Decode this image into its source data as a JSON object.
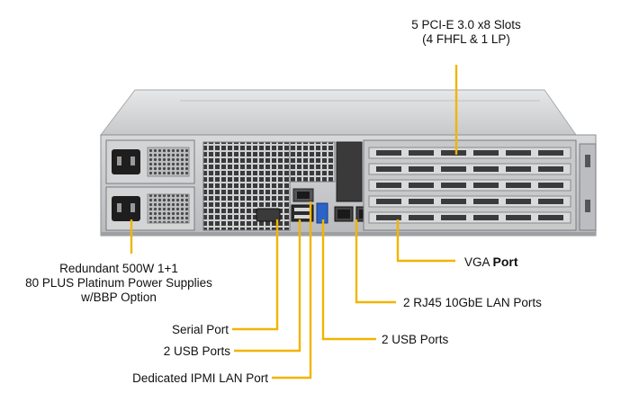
{
  "callouts": {
    "pcie": [
      "5 PCI-E 3.0 x8 Slots",
      "(4 FHFL & 1 LP)"
    ],
    "psu": [
      "Redundant 500W 1+1",
      "80 PLUS Platinum Power Supplies",
      "w/BBP Option"
    ],
    "vga": {
      "text": "VGA ",
      "emph": "Port"
    },
    "rj45": "2 RJ45 10GbE LAN Ports",
    "usb_right": "2 USB Ports",
    "serial": "Serial Port",
    "usb_left": "2 USB Ports",
    "ipmi": "Dedicated IPMI LAN Port"
  },
  "colors": {
    "leader": "#f2b400",
    "chassis": "#cfd0d2",
    "chassis_dark": "#2b2b2b",
    "vga_connector": "#3350a8",
    "usb3_connector": "#2b63c9"
  }
}
